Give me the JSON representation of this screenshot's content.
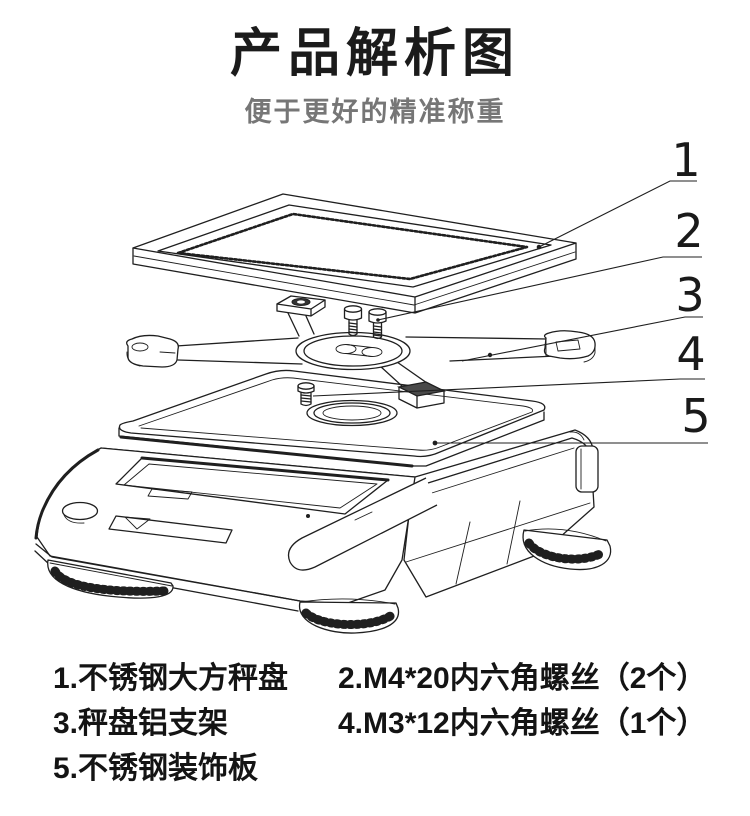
{
  "header": {
    "title": "产品解析图",
    "subtitle": "便于更好的精准称重",
    "title_color": "#1b1b1b",
    "subtitle_color": "#767676"
  },
  "diagram": {
    "description": "exploded-view line drawing of an electronic precision balance (scale)",
    "ink_color": "#1f1f1f",
    "callouts": [
      "1",
      "2",
      "3",
      "4",
      "5"
    ],
    "callout_targets": [
      "stainless steel square weighing pan",
      "M4*20 hex socket screws above bracket",
      "aluminum pan support bracket (spider)",
      "M3*12 hex socket screw on deck plate",
      "stainless steel decorative plate on scale body"
    ]
  },
  "legend": {
    "col1": [
      "1.不锈钢大方秤盘",
      "3.秤盘铝支架",
      "5.不锈钢装饰板"
    ],
    "col2": [
      "2.M4*20内六角螺丝（2个）",
      "4.M3*12内六角螺丝（1个）"
    ]
  }
}
